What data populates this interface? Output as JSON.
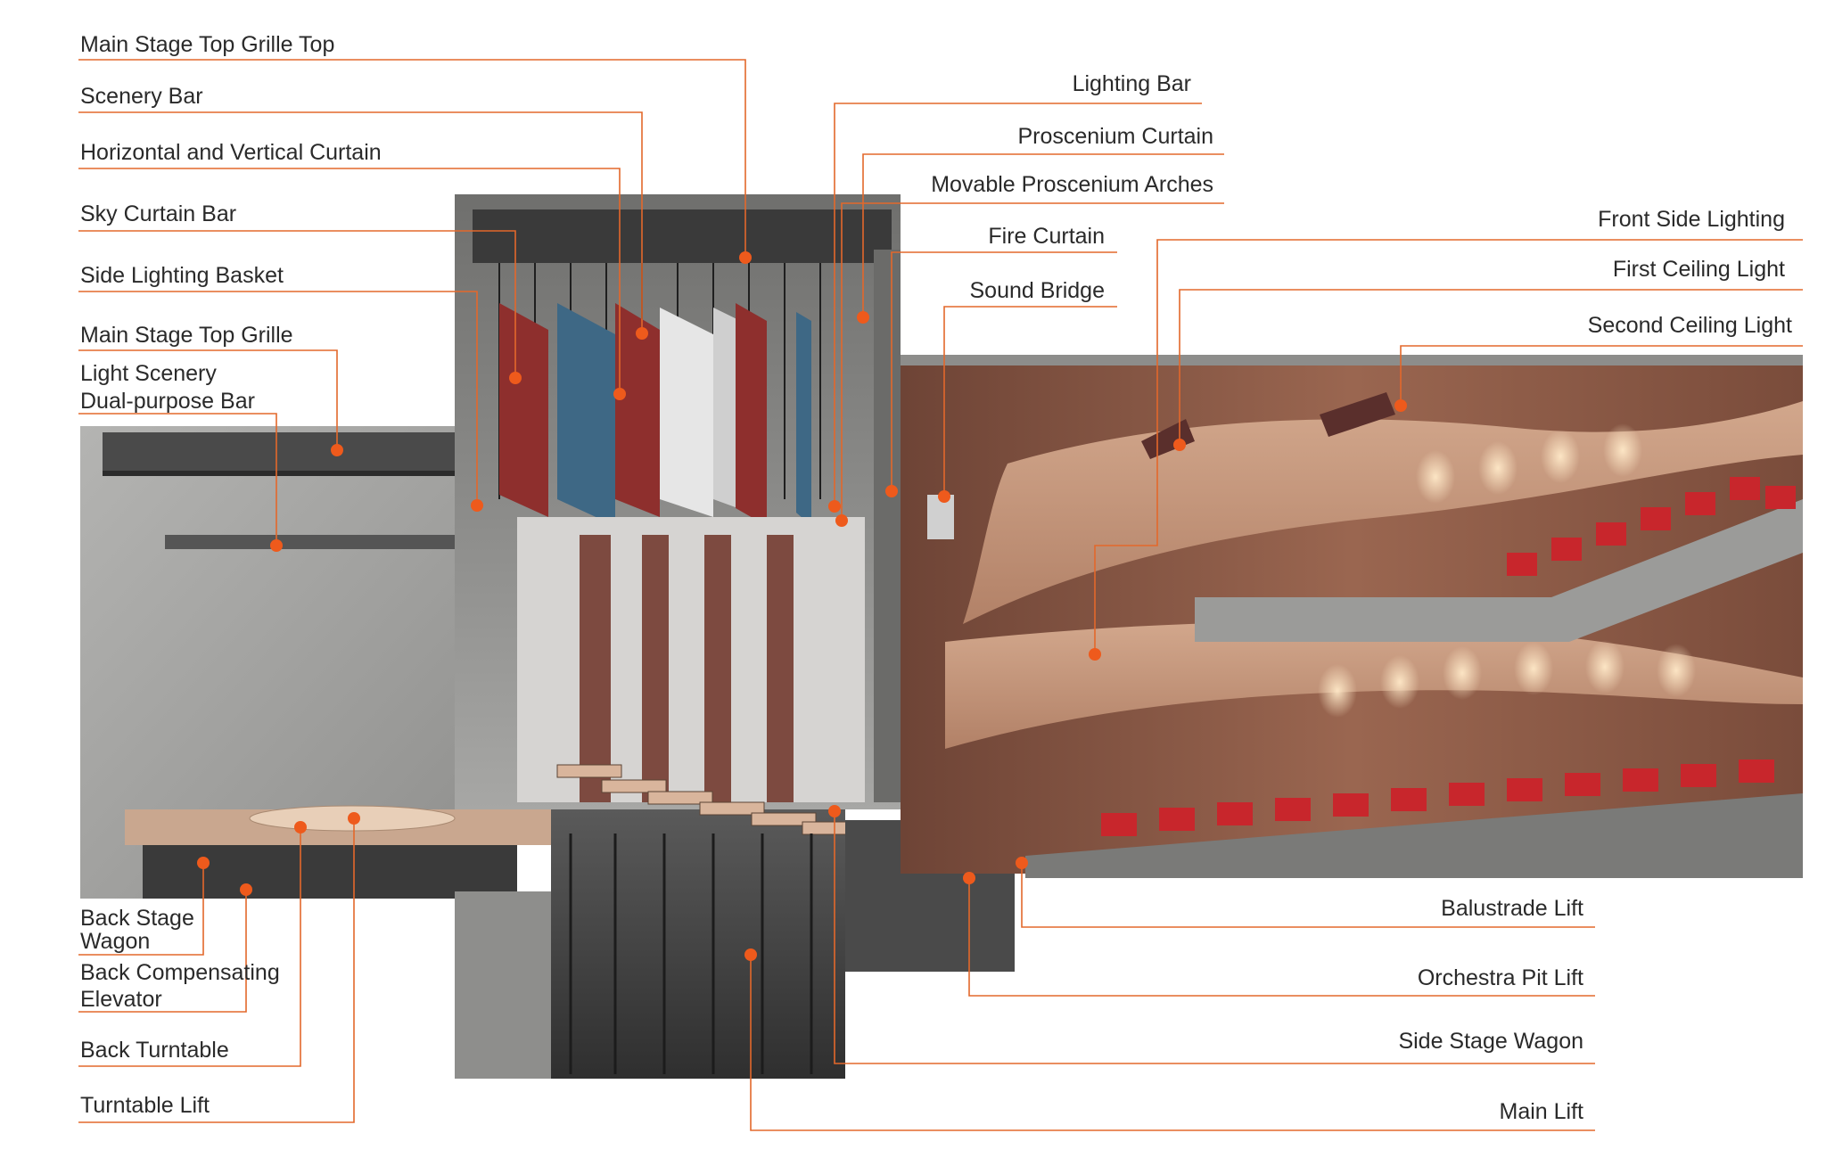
{
  "colors": {
    "leader": "#e3682b",
    "dot": "#ee5a1c",
    "concrete": "#9d9d9b",
    "hall_wall": "#8a5a44",
    "seat": "#c8262c",
    "curtain_red": "#8e2f2d",
    "curtain_blue": "#3e6885"
  },
  "labels_left": [
    {
      "id": "main-stage-top-grille-top",
      "text": "Main Stage Top Grille Top"
    },
    {
      "id": "scenery-bar",
      "text": "Scenery Bar"
    },
    {
      "id": "horizontal-vertical-curtain",
      "text": "Horizontal and Vertical Curtain"
    },
    {
      "id": "sky-curtain-bar",
      "text": "Sky Curtain Bar"
    },
    {
      "id": "side-lighting-basket",
      "text": "Side Lighting Basket"
    },
    {
      "id": "main-stage-top-grille",
      "text": "Main Stage Top Grille"
    },
    {
      "id": "light-scenery-1",
      "text": "Light Scenery"
    },
    {
      "id": "light-scenery-2",
      "text": "Dual-purpose Bar"
    },
    {
      "id": "back-stage-wagon-1",
      "text": "Back Stage"
    },
    {
      "id": "back-stage-wagon-2",
      "text": "Wagon"
    },
    {
      "id": "back-compensating-1",
      "text": "Back Compensating"
    },
    {
      "id": "back-compensating-2",
      "text": "Elevator"
    },
    {
      "id": "back-turntable",
      "text": "Back Turntable"
    },
    {
      "id": "turntable-lift",
      "text": "Turntable Lift"
    }
  ],
  "labels_right": [
    {
      "id": "lighting-bar",
      "text": "Lighting Bar"
    },
    {
      "id": "proscenium-curtain",
      "text": "Proscenium Curtain"
    },
    {
      "id": "movable-proscenium-arches",
      "text": "Movable Proscenium Arches"
    },
    {
      "id": "fire-curtain",
      "text": "Fire Curtain"
    },
    {
      "id": "sound-bridge",
      "text": "Sound Bridge"
    },
    {
      "id": "front-side-lighting",
      "text": "Front Side Lighting"
    },
    {
      "id": "first-ceiling-light",
      "text": "First Ceiling Light"
    },
    {
      "id": "second-ceiling-light",
      "text": "Second Ceiling Light"
    },
    {
      "id": "balustrade-lift",
      "text": "Balustrade Lift"
    },
    {
      "id": "orchestra-pit-lift",
      "text": "Orchestra Pit Lift"
    },
    {
      "id": "side-stage-wagon",
      "text": "Side Stage Wagon"
    },
    {
      "id": "main-lift",
      "text": "Main Lift"
    }
  ]
}
